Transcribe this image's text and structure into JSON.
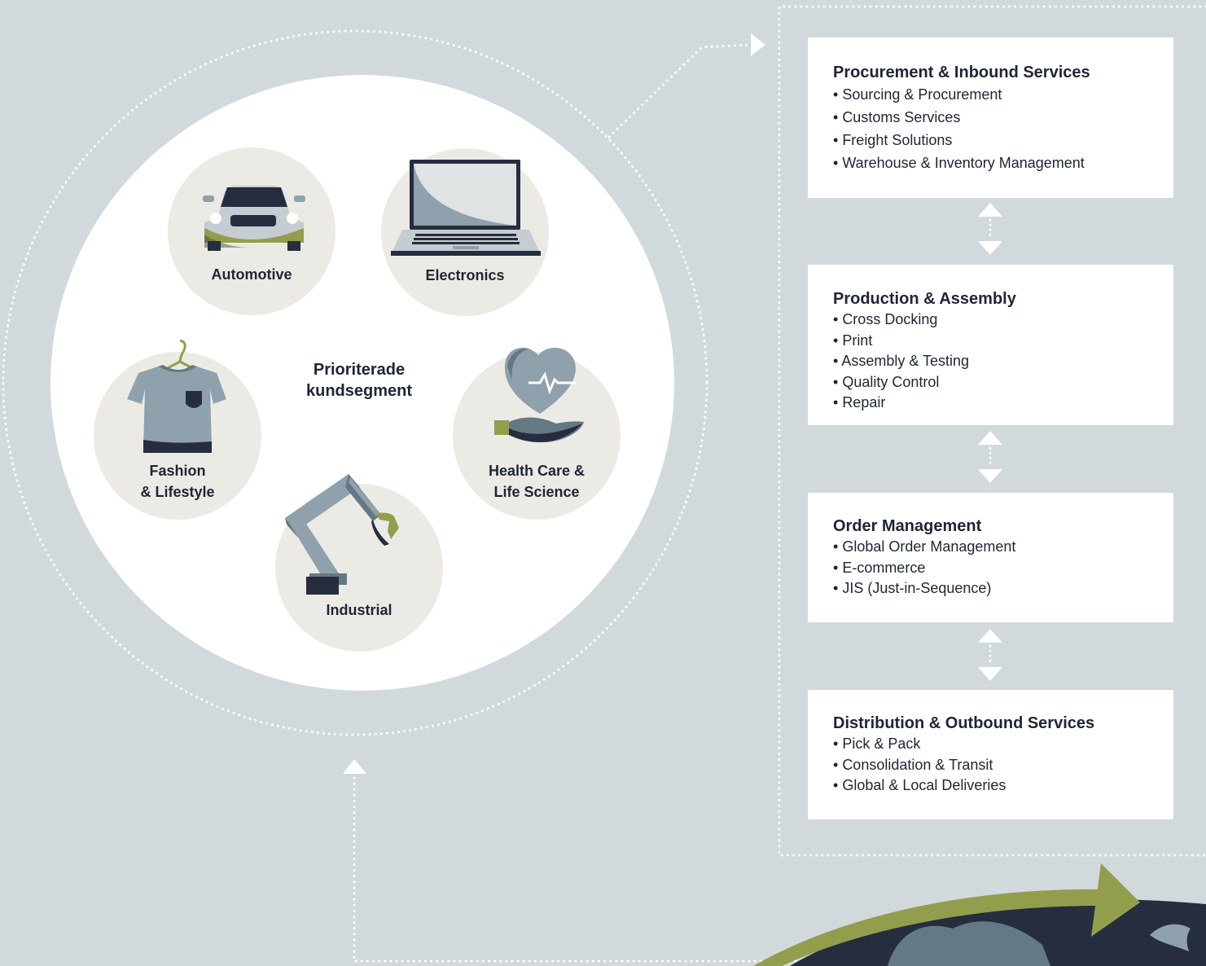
{
  "center": {
    "line1": "Prioriterade",
    "line2": "kundsegment"
  },
  "segments": {
    "automotive": {
      "line1": "Automotive",
      "icon": "car-icon"
    },
    "electronics": {
      "line1": "Electronics",
      "icon": "laptop-icon"
    },
    "fashion": {
      "line1": "Fashion",
      "line2": "& Lifestyle",
      "icon": "tshirt-icon"
    },
    "health": {
      "line1": "Health Care &",
      "line2": "Life Science",
      "icon": "heart-hand-icon"
    },
    "industrial": {
      "line1": "Industrial",
      "icon": "robot-arm-icon"
    }
  },
  "services": [
    {
      "title": "Procurement & Inbound Services",
      "items": [
        "Sourcing & Procurement",
        "Customs Services",
        "Freight Solutions",
        "Warehouse & Inventory Management"
      ]
    },
    {
      "title": "Production & Assembly",
      "items": [
        "Cross Docking",
        "Print",
        "Assembly & Testing",
        "Quality Control",
        "Repair"
      ]
    },
    {
      "title": "Order Management",
      "items": [
        "Global Order Management",
        "E-commerce",
        "JIS (Just-in-Sequence)"
      ]
    },
    {
      "title": "Distribution & Outbound Services",
      "items": [
        "Pick & Pack",
        "Consolidation & Transit",
        "Global & Local Deliveries"
      ]
    }
  ],
  "colors": {
    "background": "#d1d9dd",
    "navy": "#1e2535",
    "olive": "#939e4c",
    "steel": "#8fa1ac",
    "circle": "#eceae4"
  }
}
